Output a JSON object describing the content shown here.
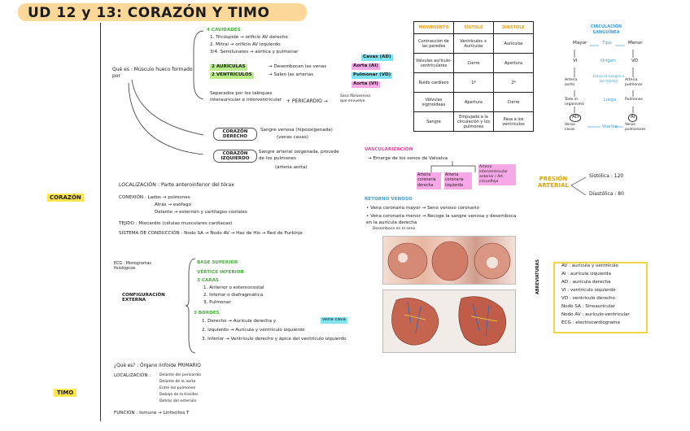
{
  "title": "UD 12 y 13: CORAZÓN Y TIMO",
  "side_labels": {
    "corazon": "CORAZÓN",
    "timo": "TIMO"
  },
  "que_es": {
    "label": "Qué es : Músculo hueco formado por",
    "cavidades_title": "4 CAVIDADES",
    "cavidades": [
      "1. Tricúspide → orificio AV derecho",
      "2. Mitral → orificio AV izquierdo",
      "3/4. Semilunares → aórtica y pulmonar"
    ],
    "auriculas": "2 AURÍCULAS",
    "ventriculos": "2 VENTRÍCULOS",
    "desembocan": "→ Desembocan las venas",
    "salen": "→ Salen las arterias",
    "vasos": [
      "Cavas (AD)",
      "Aorta (AI)",
      "Pulmonar (VD)",
      "Aorta (VI)"
    ],
    "separados": "Separados por los tabiques interauricular e interventricular",
    "pericardio": "+ PERICARDIO →",
    "pericardio_note": "Saco fibroseroso que envuelve"
  },
  "derecho": {
    "label": "CORAZÓN DERECHO",
    "text": "Sangre venosa (hipooxigenada)",
    "sub": "(venas cavas)"
  },
  "izquierdo": {
    "label": "CORAZÓN IZQUIERDO",
    "text": "Sangre arterial oxigenada, procede de los pulmones",
    "sub": "(arteria aorta)"
  },
  "localizacion": {
    "label": "LOCALIZACIÓN : Parte anteroinferior del tórax",
    "conexion": "CONEXIÓN : Lados → pulmones",
    "conexion2": "Atrás → esófago",
    "conexion3": "Delante → esternón y cartílagos costales",
    "tejido": "TEJIDO : Miocardio (células musculares cardíacas)",
    "sistema": "SISTEMA DE CONDUCCIÓN : Nodo SA → Nodo AV → Haz de His → Red de Purkinje",
    "ecg": "ECG : Monogramas fisiológicos"
  },
  "configuracion": {
    "label": "CONFIGURACIÓN EXTERNA",
    "base": "BASE SUPERIOR",
    "vertice": "VÉRTICE INFERIOR",
    "caras_title": "3 CARAS",
    "caras": [
      "1. Anterior o esternocostal",
      "2. Inferior o diafragmática",
      "3. Pulmonar"
    ],
    "bordes_title": "3 BORDES",
    "bordes": [
      "1. Derecho → Aurícula derecha y",
      "2. Izquierdo → Aurícula y ventrículo izquierdo",
      "3. Inferior → Ventrículo derecho y ápice del ventrículo izquierdo"
    ],
    "vena_cava": "vena cava"
  },
  "table": {
    "headers": [
      "MOVIMIENTO",
      "SÍSTOLE",
      "DIÁSTOLE"
    ],
    "rows": [
      [
        "Contracción de las paredes",
        "Ventrículos + Aurículas",
        "Aurículas"
      ],
      [
        "Válvulas aurículo-ventriculares",
        "Cierre",
        "Apertura"
      ],
      [
        "Ruido cardíaco",
        "1º",
        "2º"
      ],
      [
        "Válvulas sigmoideas",
        "Apertura",
        "Cierre"
      ],
      [
        "Sangre",
        "Empujada a la circulación y los pulmones",
        "Pasa a los ventrículos"
      ]
    ]
  },
  "circulacion": {
    "title": "CIRCULACIÓN SANGUÍNEA",
    "mayor": "Mayor",
    "menor": "Menor",
    "tipo": "Tipo",
    "origen": "Origen",
    "vi": "VI",
    "vd": "VD",
    "arteria_aorta": "Arteria aorta",
    "arteria_pulmonar": "Arteria pulmonar",
    "lleva": "Lleva la sangre a los tejidos",
    "llega": "Llega",
    "todo_org": "Todo el organismo",
    "pulmones": "Pulmones",
    "ad": "AD",
    "ai": "AI",
    "venas_cavas": "Venas cavas",
    "venas_pulm": "Venas pulmonares",
    "vuelve": "Vuelve"
  },
  "vascularizacion": {
    "title": "VASCULARIZACIÓN",
    "text": "→ Emerge de los senos de Valsalva",
    "left_box": "Arteria coronaria derecha",
    "mid_box": "Arteria coronaria izquierda",
    "right_box": "Arteria interventricular anterior / Art. circunfleja"
  },
  "retorno": {
    "title": "RETORNO VENOSO",
    "items": [
      "• Vena coronaria mayor → Seno venoso coronario",
      "• Vena coronaria menor → Recoge la sangre venosa y desemboca en la aurícula derecha"
    ],
    "note": "Desemboca en el seno"
  },
  "presion": {
    "label": "PRESIÓN ARTERIAL",
    "sistolica": "Sistólica : 120",
    "diastolica": "Diastólica : 80"
  },
  "abreviaturas": {
    "label": "ABREVIATURAS",
    "items": [
      "AV : aurícula y ventrículo",
      "AI : aurícula izquierda",
      "AD : aurícula derecha",
      "VI : ventrículo izquierdo",
      "VD : ventrículo derecho",
      "Nodo SA : Sinoauricular",
      "Nodo AV : aurículo-ventricular",
      "ECG : electrocardiograma"
    ]
  },
  "timo": {
    "que_es": "¿Qué es? : Órgano linfoide PRIMARIO",
    "localizacion_label": "LOCALIZACIÓN :",
    "localizacion": [
      "Delante del pericardio",
      "Delante de la aorta",
      "Entre los pulmones",
      "Debajo de la tiroides",
      "Detrás del esternón"
    ],
    "funcion": "FUNCIÓN : Inmune → Linfocitos T"
  },
  "colors": {
    "title_bg": "#fbd79a",
    "green": "#46b03a",
    "yellow": "#fde54d",
    "pink": "#f7a8e6",
    "cyan": "#7fe3f0",
    "orange": "#fbc77a",
    "blue": "#3d9fd8"
  }
}
